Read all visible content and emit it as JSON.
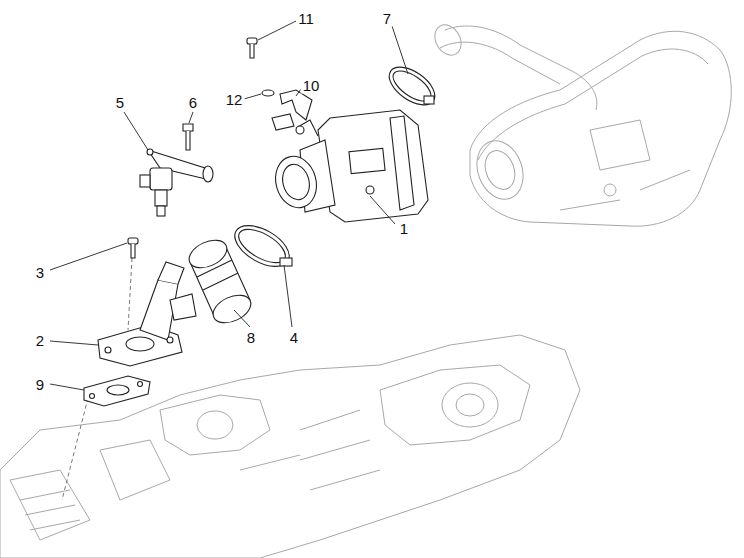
{
  "diagram": {
    "labels": [
      "11",
      "7",
      "10",
      "12",
      "5",
      "6",
      "1",
      "3",
      "2",
      "8",
      "4",
      "9"
    ]
  }
}
